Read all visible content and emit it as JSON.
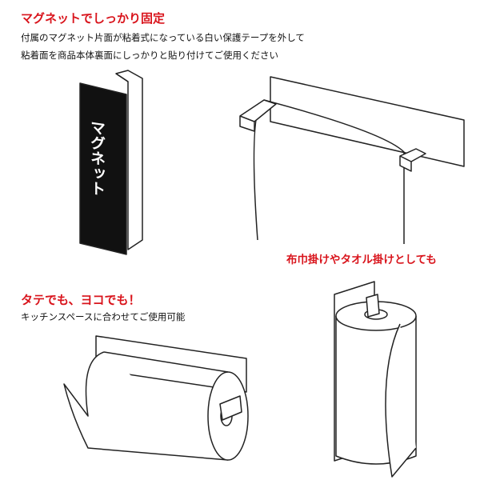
{
  "section1": {
    "title": "マグネットでしっかり固定",
    "line1": "付属のマグネット片面が粘着式になっている白い保護テープを外して",
    "line2": "粘着面を商品本体裏面にしっかりと貼り付けてご使用ください",
    "magnet_label": "マグネット"
  },
  "towel_caption": "布巾掛けやタオル掛けとしても",
  "section2": {
    "title": "タテでも、ヨコでも！",
    "line1": "キッチンスペースに合わせてご使用可能"
  },
  "colors": {
    "accent": "#d9141c"
  }
}
